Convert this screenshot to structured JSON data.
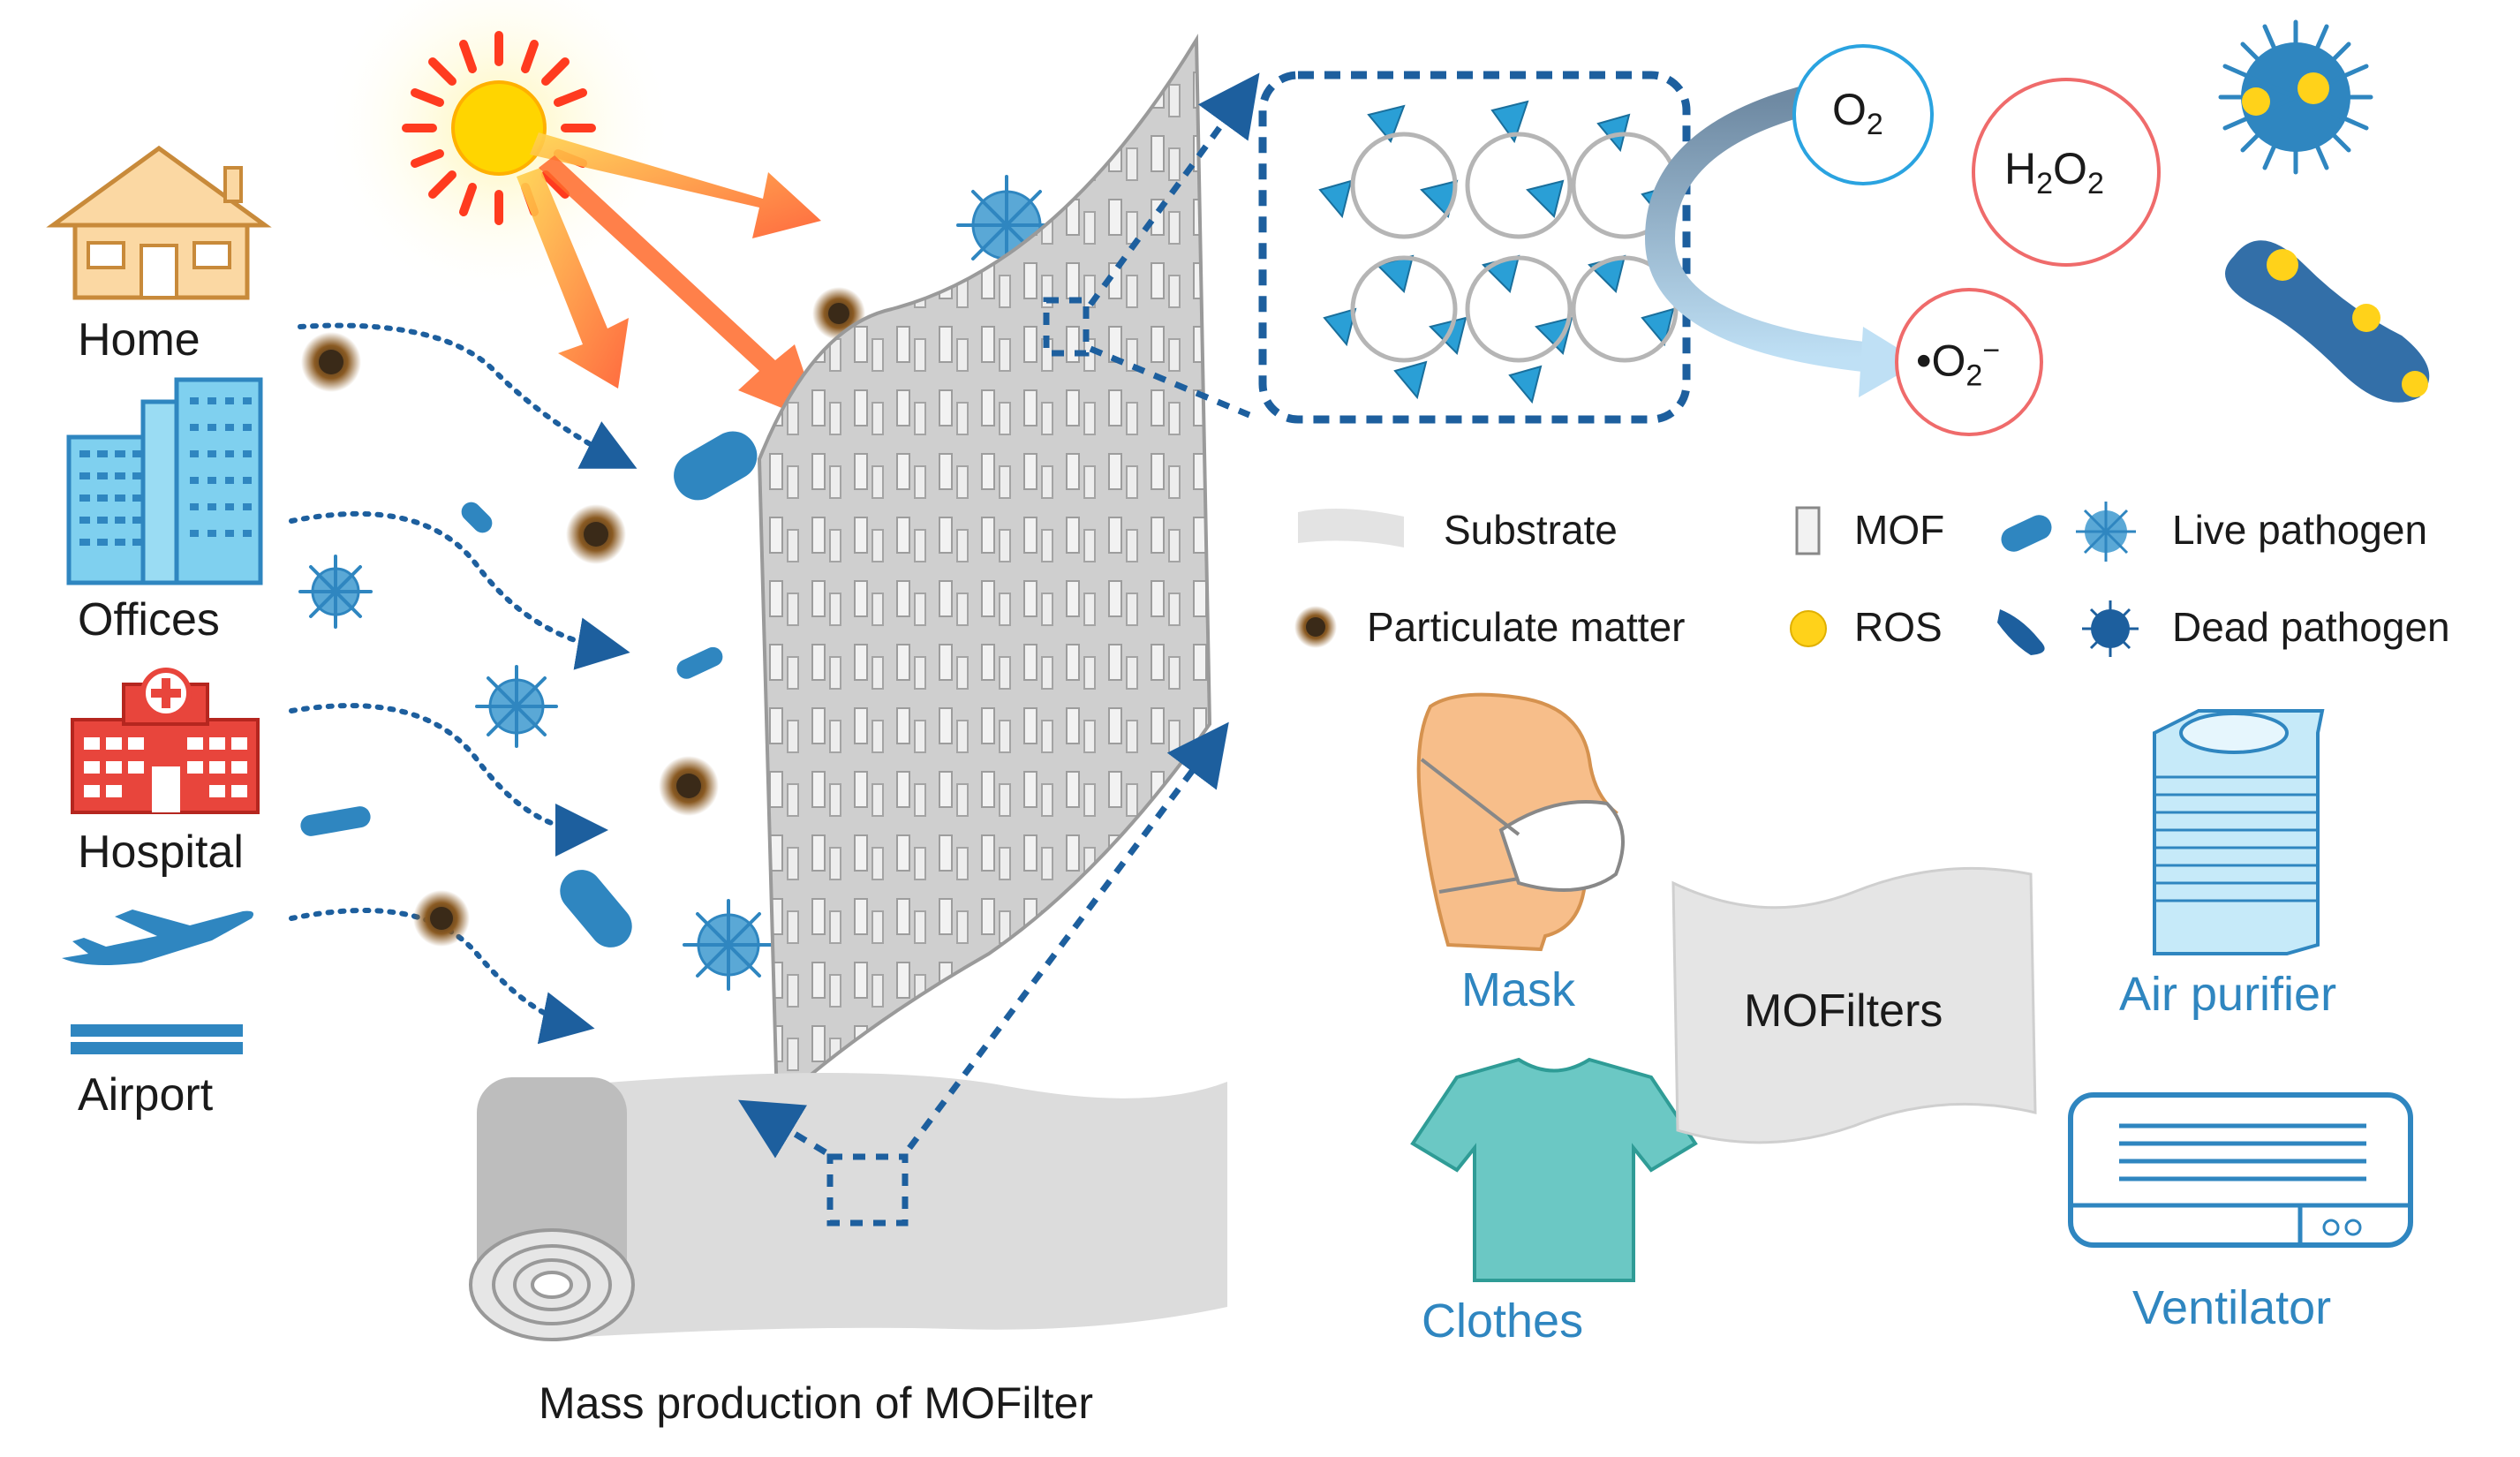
{
  "sources": {
    "home": "Home",
    "offices": "Offices",
    "hospital": "Hospital",
    "airport": "Airport"
  },
  "caption": "Mass production of MOFilter",
  "species": {
    "o2": "O",
    "o2_sub": "2",
    "h2o2_h": "H",
    "h2o2_sub1": "2",
    "h2o2_o": "O",
    "h2o2_sub2": "2",
    "superoxide_dot": "•O",
    "superoxide_sub": "2",
    "superoxide_sup": "−"
  },
  "legend": {
    "substrate": "Substrate",
    "mof": "MOF",
    "live_pathogen": "Live pathogen",
    "particulate_matter": "Particulate matter",
    "ros": "ROS",
    "dead_pathogen": "Dead pathogen"
  },
  "applications": {
    "mask": "Mask",
    "clothes": "Clothes",
    "mofilters": "MOFilters",
    "air_purifier": "Air purifier",
    "ventilator": "Ventilator"
  },
  "colors": {
    "accent_blue": "#2f86c0",
    "dark_blue": "#1d5f9e",
    "filter_gray": "#c8c8c8",
    "sun_yellow": "#ffd500",
    "sun_red": "#ff3b1f",
    "particle_brown": "#6b3a12",
    "o2_ring": "#2aa3e0",
    "ros_ring": "#ef6b6b",
    "ros_yellow": "#ffd21a"
  }
}
